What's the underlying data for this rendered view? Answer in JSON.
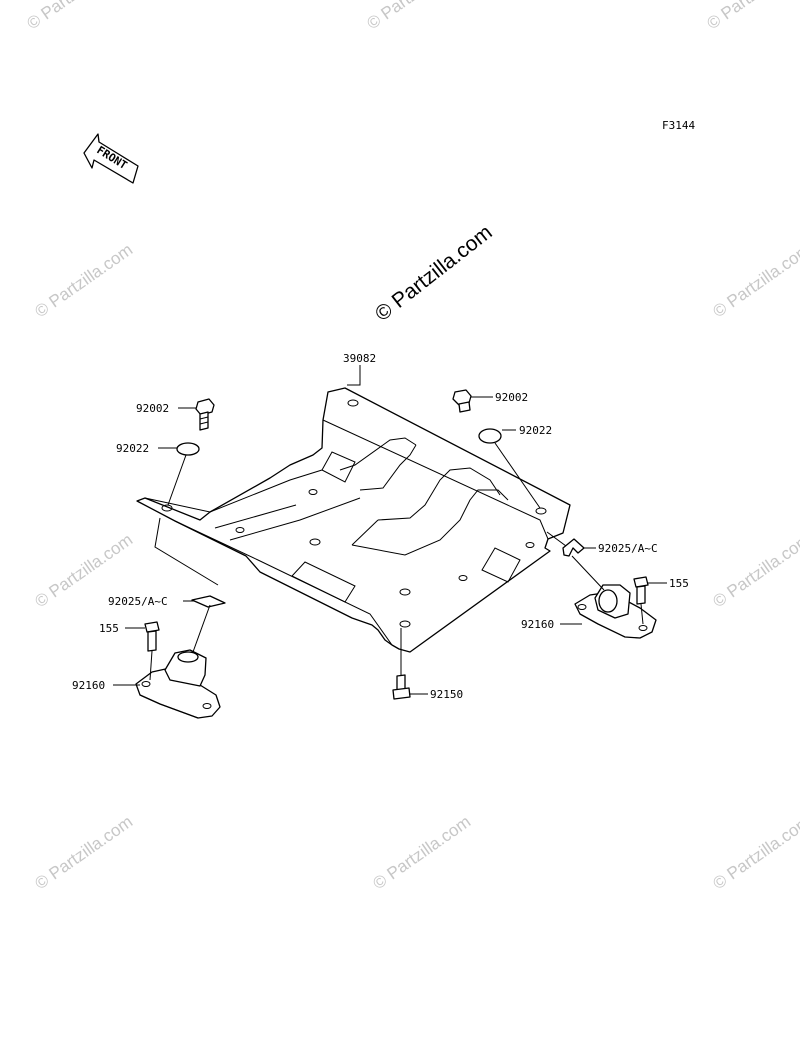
{
  "figure_code": "F3144",
  "front_label": "FRONT",
  "watermark": {
    "main": "© Partzilla.com",
    "repeat": "© Partzilla.com"
  },
  "callouts": {
    "frame": "39082",
    "bolt_left": "92002",
    "bolt_right": "92002",
    "washer_left": "92022",
    "washer_right": "92022",
    "clip_left": "92025/A~C",
    "clip_right": "92025/A~C",
    "screw_left": "155",
    "screw_right": "155",
    "mount_left": "92160",
    "mount_right": "92160",
    "bottom_bolt": "92150"
  }
}
